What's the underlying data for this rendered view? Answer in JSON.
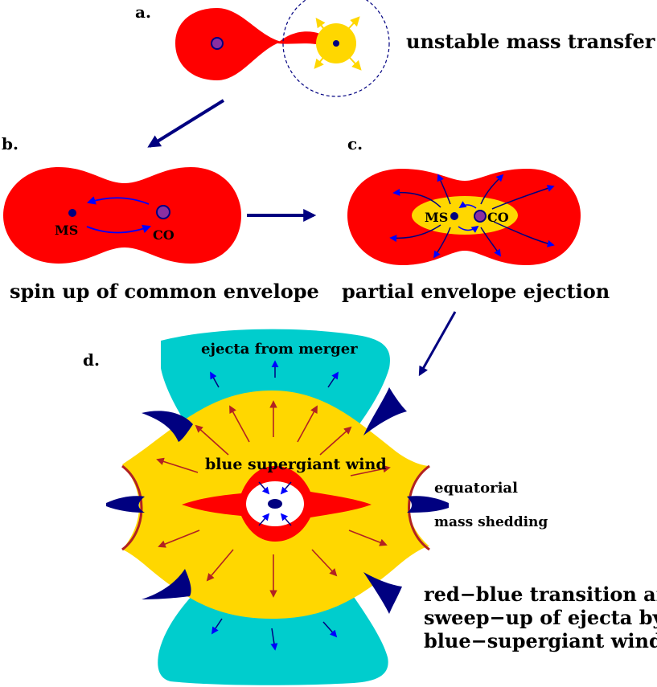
{
  "panels": {
    "a": {
      "letter": "a.",
      "caption": "unstable mass transfer"
    },
    "b": {
      "letter": "b.",
      "caption": "spin up of common envelope",
      "ms_label": "MS",
      "co_label": "CO"
    },
    "c": {
      "letter": "c.",
      "caption": "partial envelope ejection",
      "ms_label": "MS",
      "co_label": "CO"
    },
    "d": {
      "letter": "d.",
      "ejecta_label": "ejecta from merger",
      "wind_label": "blue supergiant wind",
      "equatorial_label_1": "equatorial",
      "equatorial_label_2": "mass shedding",
      "caption_line_1": "red−blue transition and",
      "caption_line_2": "sweep−up of ejecta by",
      "caption_line_3": "blue−supergiant wind"
    }
  },
  "colors": {
    "envelope_red": "#ff0000",
    "star_yellow": "#ffd700",
    "ejecta_cyan": "#00cdcd",
    "navy": "#000080",
    "arrow_blue": "#0000ff",
    "arrow_darkred": "#b22222",
    "core_purple": "#8b2fa0"
  }
}
